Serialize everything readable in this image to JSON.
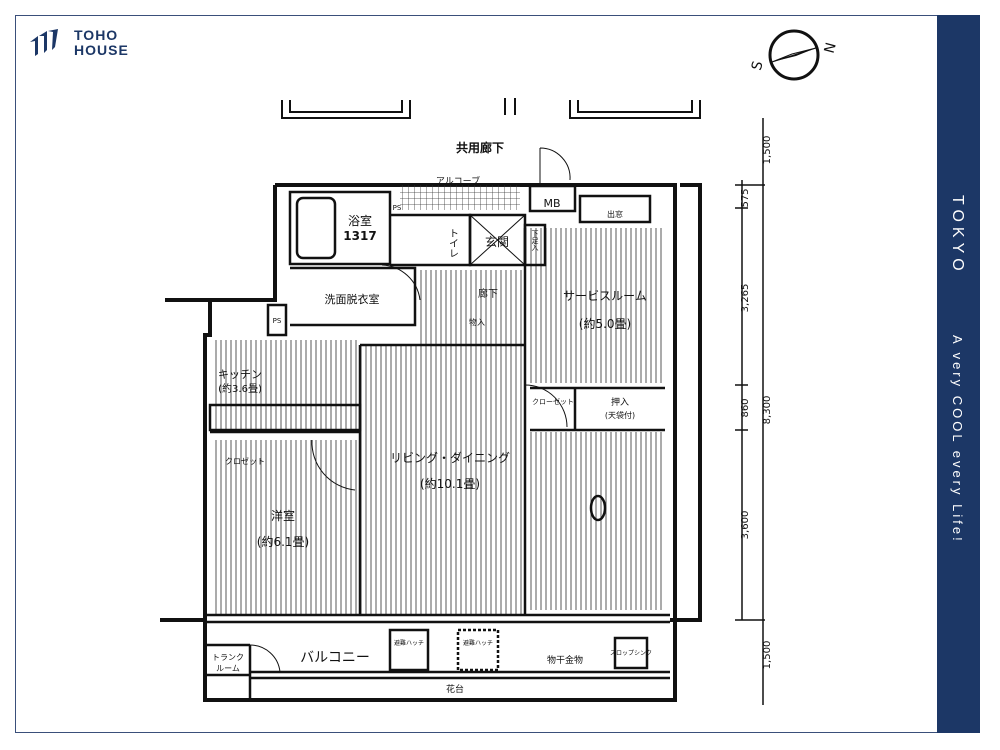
{
  "brand": {
    "line1": "TOHO",
    "line2": "HOUSE",
    "color": "#1c3766"
  },
  "band": {
    "title": "TOKYO",
    "slogan": "A very COOL every Life!",
    "color": "#1c3766"
  },
  "compass": {
    "south": "S",
    "north": "N"
  },
  "plan": {
    "corridor": "共用廊下",
    "alcove": "アルコーブ",
    "bath": "浴室",
    "bath_size": "1317",
    "ps": "PS",
    "toilet": "トイレ",
    "entrance": "玄関",
    "shoe": "下足入",
    "mb": "MB",
    "bay_window": "出窓",
    "service_room": "サービスルーム",
    "service_room_size": "(約5.0畳)",
    "washroom": "洗面脱衣室",
    "hall": "廊下",
    "storage": "物入",
    "kitchen": "キッチン",
    "kitchen_size": "(約3.6畳)",
    "ld": "リビング・ダイニング",
    "ld_size": "(約10.1畳)",
    "closet_right": "クローゼット",
    "oshiire": "押入",
    "oshiire_note": "(天袋付)",
    "closet_left": "クロゼット",
    "western": "洋室",
    "western_size": "(約6.1畳)",
    "balcony": "バルコニー",
    "trunk1": "トランク",
    "trunk2": "ルーム",
    "hatch": "避難ハッチ",
    "laundry": "物干金物",
    "flower": "花台",
    "slop": "スロップシンク"
  },
  "dimensions": [
    "1,500",
    "575",
    "3,265",
    "860",
    "3,600",
    "1,500"
  ],
  "dimension_total": "8,300"
}
